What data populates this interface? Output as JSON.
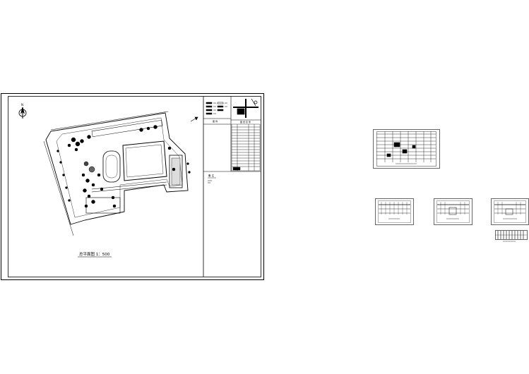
{
  "main_sheet": {
    "north_label": "N",
    "plan_title": "总平面图 1：500",
    "panel_headers": [
      "图 例",
      "图 纸 目 录"
    ],
    "note_label": "备 注"
  }
}
